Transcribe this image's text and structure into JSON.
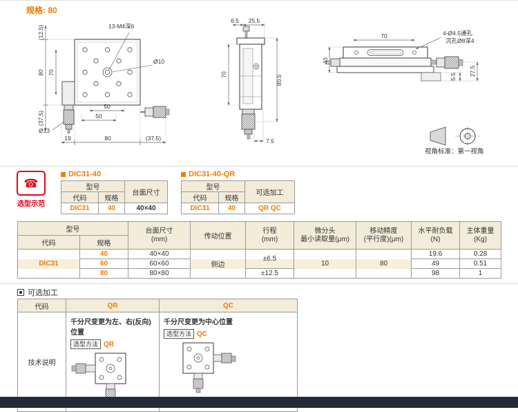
{
  "colors": {
    "accent_orange": "#f07d00",
    "badge_red": "#e60012",
    "header_beige": "#f2ecd9",
    "row_highlight": "#f5efdc",
    "footer_bar": "#232a38"
  },
  "page": {
    "spec_label": "规格: 80"
  },
  "views": {
    "front": {
      "screw_note": "13-M4深6",
      "dim_12_5": "(12.5)",
      "dim_80_left": "80",
      "dim_70": "70",
      "dia_10": "Ø10",
      "dim_37_5_left": "(37.5)",
      "dia_13": "Ø13",
      "dim_50_a": "50",
      "dim_50_b": "50",
      "dim_19": "19",
      "dim_80_bottom": "80",
      "dim_37_5_bottom": "(37.5)"
    },
    "side": {
      "dim_6_5": "6.5",
      "dim_25_5": "25.5",
      "dim_70": "70",
      "dim_80_5": "80.5",
      "dim_7_5": "7.5"
    },
    "rear": {
      "dim_70": "70",
      "dim_40": "40",
      "hole_note_1": "4-Ø4.5通孔",
      "hole_note_2": "沉孔Ø8深4",
      "dim_27_5": "27.5",
      "dim_5_5": "5.5"
    },
    "projection_label": "视角标准：第一视角"
  },
  "selection": {
    "badge": "选型示范",
    "ex1": {
      "title": "DIC31-40",
      "h_model": "型号",
      "h_code": "代码",
      "h_spec": "规格",
      "h_size": "台面尺寸",
      "code": "DIC31",
      "spec": "40",
      "size": "40×40"
    },
    "ex2": {
      "title": "DIC31-40-QR",
      "h_model": "型号",
      "h_code": "代码",
      "h_spec": "规格",
      "h_opt": "可选加工",
      "code": "DIC31",
      "spec": "40",
      "opt": "QR QC"
    }
  },
  "spec_table": {
    "h_model": "型号",
    "h_code": "代码",
    "h_spec": "规格",
    "h_size": "台面尺寸\n(mm)",
    "h_drive": "传动位置",
    "h_travel": "行程\n(mm)",
    "h_micro": "微分头\n最小读取量(μm)",
    "h_accuracy": "移动精度\n(平行度)(μm)",
    "h_load": "水平耐负载\n(N)",
    "h_weight": "主体重量\n(Kg)",
    "code": "DIC31",
    "drive": "侧边",
    "travel_40_60": "±6.5",
    "travel_80": "±12.5",
    "micro": "10",
    "accuracy": "80",
    "rows": [
      {
        "spec": "40",
        "size": "40×40",
        "load": "19.6",
        "weight": "0.28"
      },
      {
        "spec": "60",
        "size": "60×60",
        "load": "49",
        "weight": "0.51"
      },
      {
        "spec": "80",
        "size": "80×80",
        "load": "98",
        "weight": "1"
      }
    ]
  },
  "optional": {
    "section_title": "可选加工",
    "h_code": "代码",
    "col_qr": "QR",
    "col_qc": "QC",
    "row_label": "技术说明",
    "qr": {
      "title": "千分尺变更为左、右(反向)位置",
      "method_label": "选型方法",
      "code": "QR"
    },
    "qc": {
      "title": "千分尺变更为中心位置",
      "method_label": "选型方法",
      "code": "QC"
    }
  }
}
